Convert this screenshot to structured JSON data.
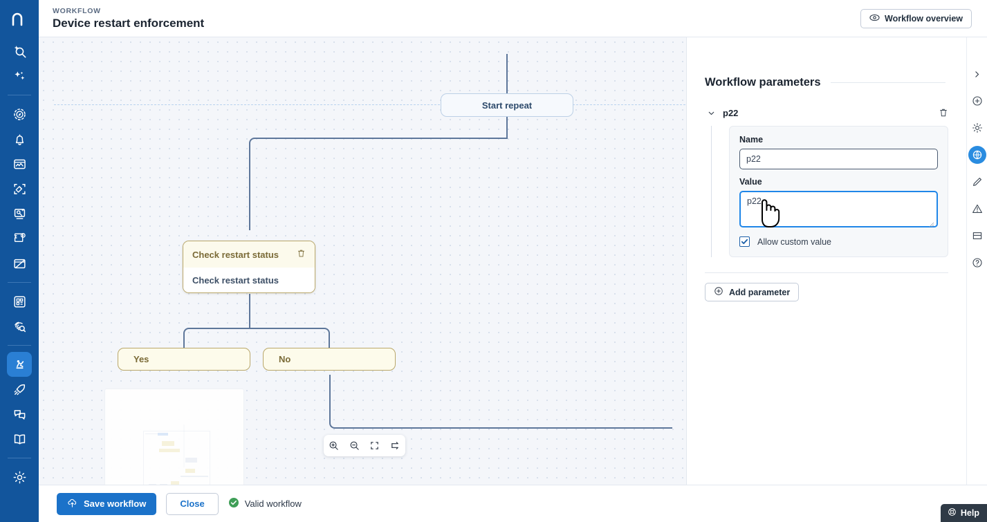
{
  "brand": {
    "logo_letter": "n",
    "rail_color": "#12559c",
    "accent": "#1b72c9"
  },
  "header": {
    "kicker": "WORKFLOW",
    "title": "Device restart enforcement",
    "overview_label": "Workflow overview",
    "overview_icon": "eye-icon"
  },
  "left_rail": {
    "items": [
      {
        "name": "smart-search",
        "icon": "sparkle-search-icon",
        "active": false
      },
      {
        "name": "ai-assist",
        "icon": "sparkles-icon",
        "active": false
      },
      {
        "name": "divider-1",
        "icon": "divider",
        "active": false
      },
      {
        "name": "discover",
        "icon": "compass-icon",
        "active": false
      },
      {
        "name": "alerts",
        "icon": "bell-icon",
        "active": false
      },
      {
        "name": "monitoring",
        "icon": "monitor-chart-icon",
        "active": false
      },
      {
        "name": "devices",
        "icon": "device-scan-icon",
        "active": false
      },
      {
        "name": "remote-tools",
        "icon": "remote-monitor-icon",
        "active": false
      },
      {
        "name": "patching",
        "icon": "puzzle-settings-icon",
        "active": false
      },
      {
        "name": "backup",
        "icon": "window-slash-icon",
        "active": false
      },
      {
        "name": "divider-2",
        "icon": "divider",
        "active": false
      },
      {
        "name": "inventory",
        "icon": "grid-box-icon",
        "active": false
      },
      {
        "name": "security-scan",
        "icon": "fingerprint-search-icon",
        "active": false
      },
      {
        "name": "divider-3",
        "icon": "divider",
        "active": false
      },
      {
        "name": "automation",
        "icon": "robot-icon",
        "active": true
      },
      {
        "name": "deploy",
        "icon": "rocket-icon",
        "active": false
      },
      {
        "name": "chat",
        "icon": "chat-bubbles-icon",
        "active": false
      },
      {
        "name": "documentation",
        "icon": "book-icon",
        "active": false
      },
      {
        "name": "divider-4",
        "icon": "divider",
        "active": false
      },
      {
        "name": "settings",
        "icon": "gear-icon",
        "active": false
      }
    ]
  },
  "canvas": {
    "nodes": [
      {
        "id": "start-repeat",
        "type": "start",
        "label": "Start repeat"
      },
      {
        "id": "check-restart-status",
        "type": "card",
        "title": "Check restart status",
        "body": "Check restart status",
        "delete_icon": "trash-icon"
      },
      {
        "id": "branch-yes",
        "type": "branch",
        "label": "Yes"
      },
      {
        "id": "branch-no",
        "type": "branch",
        "label": "No"
      }
    ],
    "zoom_controls": [
      {
        "name": "zoom-in",
        "icon": "magnifier-plus-icon"
      },
      {
        "name": "zoom-out",
        "icon": "magnifier-minus-icon"
      },
      {
        "name": "fit-to-screen",
        "icon": "expand-brackets-icon"
      },
      {
        "name": "toggle-layout",
        "icon": "swap-arrows-icon"
      }
    ]
  },
  "panel": {
    "title": "Workflow parameters",
    "parameter": {
      "name": "p22",
      "collapse_icon": "chevron-down-icon",
      "delete_icon": "trash-icon",
      "name_label": "Name",
      "name_value": "p22",
      "value_label": "Value",
      "value_value": "p22",
      "allow_custom_label": "Allow custom value",
      "allow_custom_checked": true
    },
    "add_parameter_label": "Add parameter",
    "add_parameter_icon": "plus-circle-icon"
  },
  "tool_rail": {
    "items": [
      {
        "name": "collapse-panel",
        "icon": "chevron-right-icon",
        "active": false
      },
      {
        "name": "add-step",
        "icon": "plus-circle-icon",
        "active": false
      },
      {
        "name": "settings",
        "icon": "gear-icon",
        "active": false
      },
      {
        "name": "parameters",
        "icon": "globe-gear-icon",
        "active": true
      },
      {
        "name": "edit",
        "icon": "pencil-icon",
        "active": false
      },
      {
        "name": "warnings",
        "icon": "warning-triangle-icon",
        "active": false
      },
      {
        "name": "notes",
        "icon": "window-icon",
        "active": false
      },
      {
        "name": "help",
        "icon": "question-circle-icon",
        "active": false
      }
    ]
  },
  "footer": {
    "save_label": "Save workflow",
    "save_icon": "cloud-upload-icon",
    "close_label": "Close",
    "status_text": "Valid workflow",
    "status_icon": "check-circle-icon",
    "status_color": "#3f9e57",
    "help_label": "Help",
    "help_icon": "lifebuoy-icon"
  }
}
